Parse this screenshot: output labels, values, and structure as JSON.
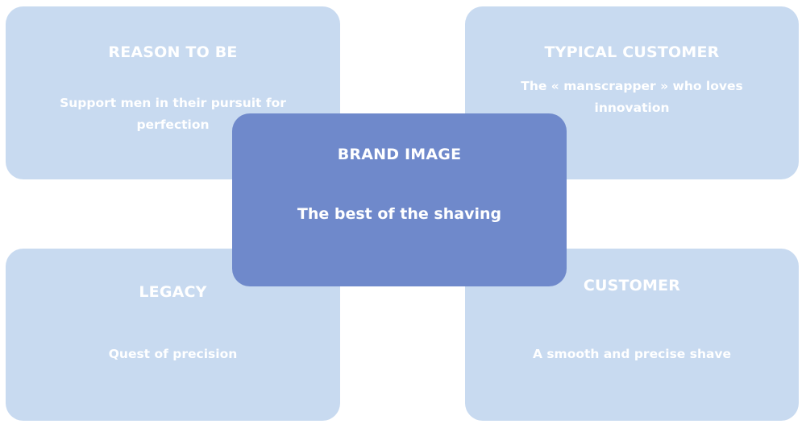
{
  "cards": {
    "reason_to_be": {
      "title": "REASON TO BE",
      "text": "Support men in their pursuit for perfection"
    },
    "typical_customer": {
      "title": "TYPICAL CUSTOMER",
      "text": "The « manscrapper » who loves innovation"
    },
    "legacy": {
      "title": "LEGACY",
      "text": "Quest of precision"
    },
    "customer": {
      "title": "CUSTOMER",
      "text": "A smooth and precise shave"
    },
    "brand_image": {
      "title": "BRAND IMAGE",
      "text": "The best of the shaving"
    }
  },
  "colors": {
    "light_card": "#c8daf0",
    "dark_card": "#6f89cb",
    "text": "#ffffff"
  }
}
